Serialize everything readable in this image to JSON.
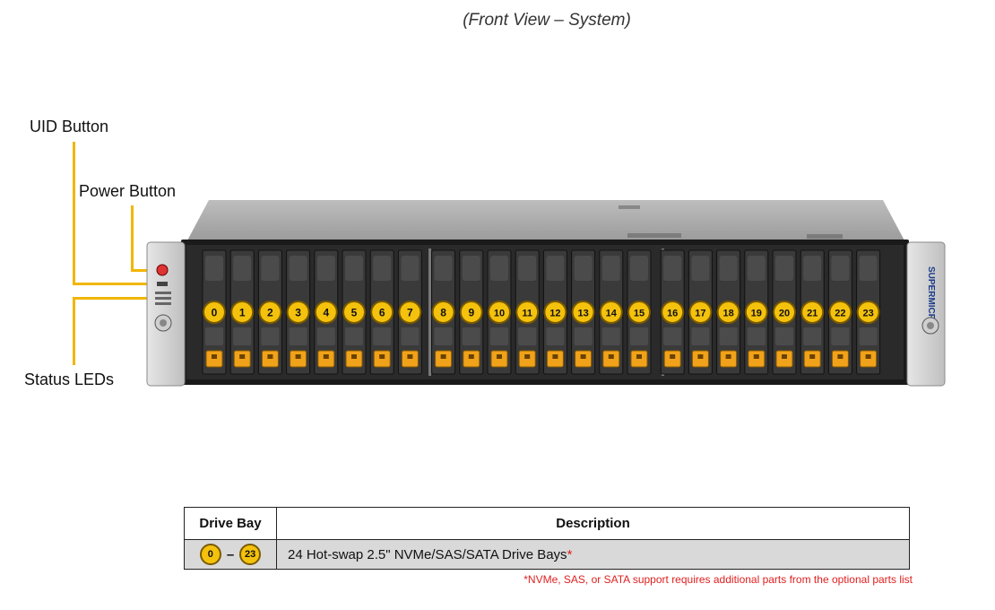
{
  "title": "(Front View – System)",
  "labels": {
    "uid_button": "UID Button",
    "power_button": "Power Button",
    "status_leds": "Status LEDs"
  },
  "chassis": {
    "bay_numbers": [
      "0",
      "1",
      "2",
      "3",
      "4",
      "5",
      "6",
      "7",
      "8",
      "9",
      "10",
      "11",
      "12",
      "13",
      "14",
      "15",
      "16",
      "17",
      "18",
      "19",
      "20",
      "21",
      "22",
      "23"
    ],
    "brand_mark": "SUPERMICRO"
  },
  "table": {
    "header_bay": "Drive Bay",
    "header_desc": "Description",
    "row_first": "0",
    "row_dash": "–",
    "row_last": "23",
    "row_desc": "24 Hot-swap 2.5\" NVMe/SAS/SATA Drive Bays",
    "row_star": "*"
  },
  "footnote": "*NVMe, SAS, or SATA support requires additional parts from the optional parts list",
  "colors": {
    "accent_yellow": "#f4c20d",
    "callout_line": "#f1b600",
    "tray_orange": "#f0a21a",
    "footnote_red": "#e02020"
  }
}
